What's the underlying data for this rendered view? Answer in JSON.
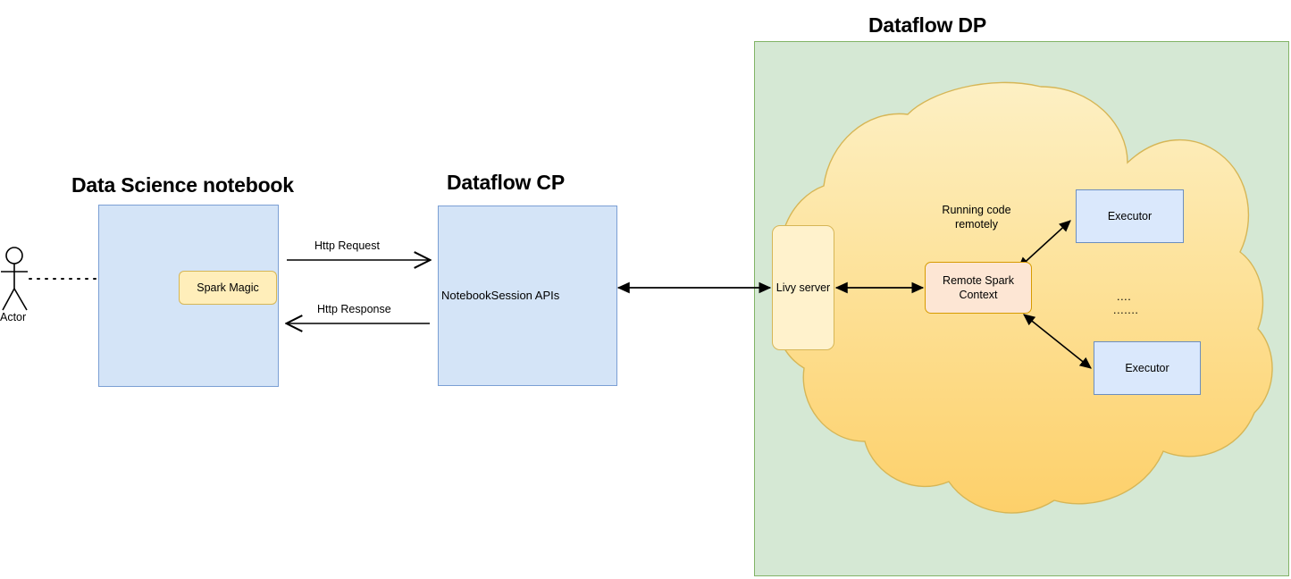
{
  "diagram": {
    "titles": {
      "notebook": "Data Science notebook",
      "control_plane": "Dataflow CP",
      "data_plane": "Dataflow DP"
    },
    "actor": {
      "label": "Actor"
    },
    "nodes": {
      "spark_magic": "Spark Magic",
      "notebook_session_apis": "NotebookSession APIs",
      "livy_server": "Livy server",
      "remote_spark_context": "Remote Spark Context",
      "executor_1": "Executor",
      "executor_2": "Executor"
    },
    "annotations": {
      "running_code_remotely": "Running code remotely",
      "ellipsis_short": "....",
      "ellipsis_long": "......."
    },
    "edge_labels": {
      "http_request": "Http Request",
      "http_response": "Http Response"
    },
    "colors": {
      "notebook_fill": "#d4e4f7",
      "notebook_stroke": "#7b9fd4",
      "control_plane_fill": "#d4e4f7",
      "data_plane_fill": "#d5e8d4",
      "data_plane_stroke": "#82b366",
      "cloud_fill_top": "#fdeaae",
      "cloud_fill_bottom": "#ffd166",
      "cloud_stroke": "#d6b656",
      "spark_magic_fill": "#ffeeba",
      "spark_magic_stroke": "#d6b656",
      "livy_fill": "#fff2cc",
      "remote_context_fill": "#fde6d4",
      "remote_context_stroke": "#d79b00",
      "executor_fill": "#dae8fc",
      "executor_stroke": "#6c8ebf",
      "edge_stroke": "#000000"
    }
  }
}
